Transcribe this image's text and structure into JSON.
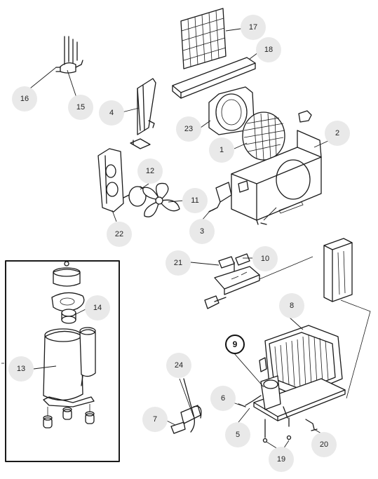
{
  "callouts": [
    {
      "id": "c16",
      "label": "16"
    },
    {
      "id": "c15",
      "label": "15"
    },
    {
      "id": "c17",
      "label": "17"
    },
    {
      "id": "c18",
      "label": "18"
    },
    {
      "id": "c4",
      "label": "4"
    },
    {
      "id": "c23",
      "label": "23"
    },
    {
      "id": "c2",
      "label": "2"
    },
    {
      "id": "c1",
      "label": "1"
    },
    {
      "id": "c12",
      "label": "12"
    },
    {
      "id": "c11",
      "label": "11"
    },
    {
      "id": "c3",
      "label": "3"
    },
    {
      "id": "c22",
      "label": "22"
    },
    {
      "id": "c21",
      "label": "21"
    },
    {
      "id": "c10",
      "label": "10"
    },
    {
      "id": "c14",
      "label": "14"
    },
    {
      "id": "c8",
      "label": "8"
    },
    {
      "id": "c13",
      "label": "13"
    },
    {
      "id": "c9",
      "label": "9"
    },
    {
      "id": "c24",
      "label": "24"
    },
    {
      "id": "c6",
      "label": "6"
    },
    {
      "id": "c7",
      "label": "7"
    },
    {
      "id": "c5",
      "label": "5"
    },
    {
      "id": "c20",
      "label": "20"
    },
    {
      "id": "c19",
      "label": "19"
    }
  ],
  "colors": {
    "line": "#1a1a1a",
    "bubble": "#e9e9e9",
    "highlight_ring": "#111111"
  }
}
